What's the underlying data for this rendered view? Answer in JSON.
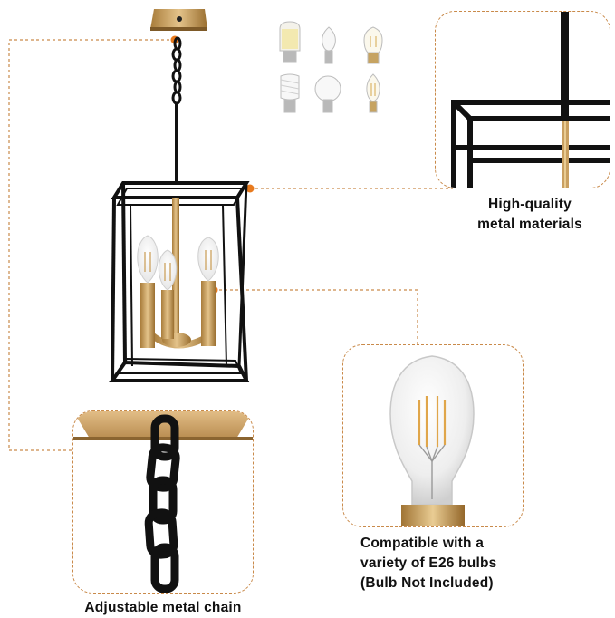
{
  "captions": {
    "metal": [
      "High-quality",
      "metal materials"
    ],
    "bulbs": [
      "Compatible with a",
      "variety of E26 bulbs",
      "(Bulb Not Included)"
    ],
    "chain": "Adjustable metal chain"
  },
  "colors": {
    "frame": "#111111",
    "brass": "#c9a061",
    "callout_dot": "#e87a1d",
    "callout_line": "#c98a4a"
  },
  "icons": {
    "bulb_types": [
      "led-tube-bulb",
      "candle-bulb",
      "st-vintage-bulb",
      "spiral-cfl-bulb",
      "globe-bulb",
      "filament-candle-bulb"
    ]
  }
}
